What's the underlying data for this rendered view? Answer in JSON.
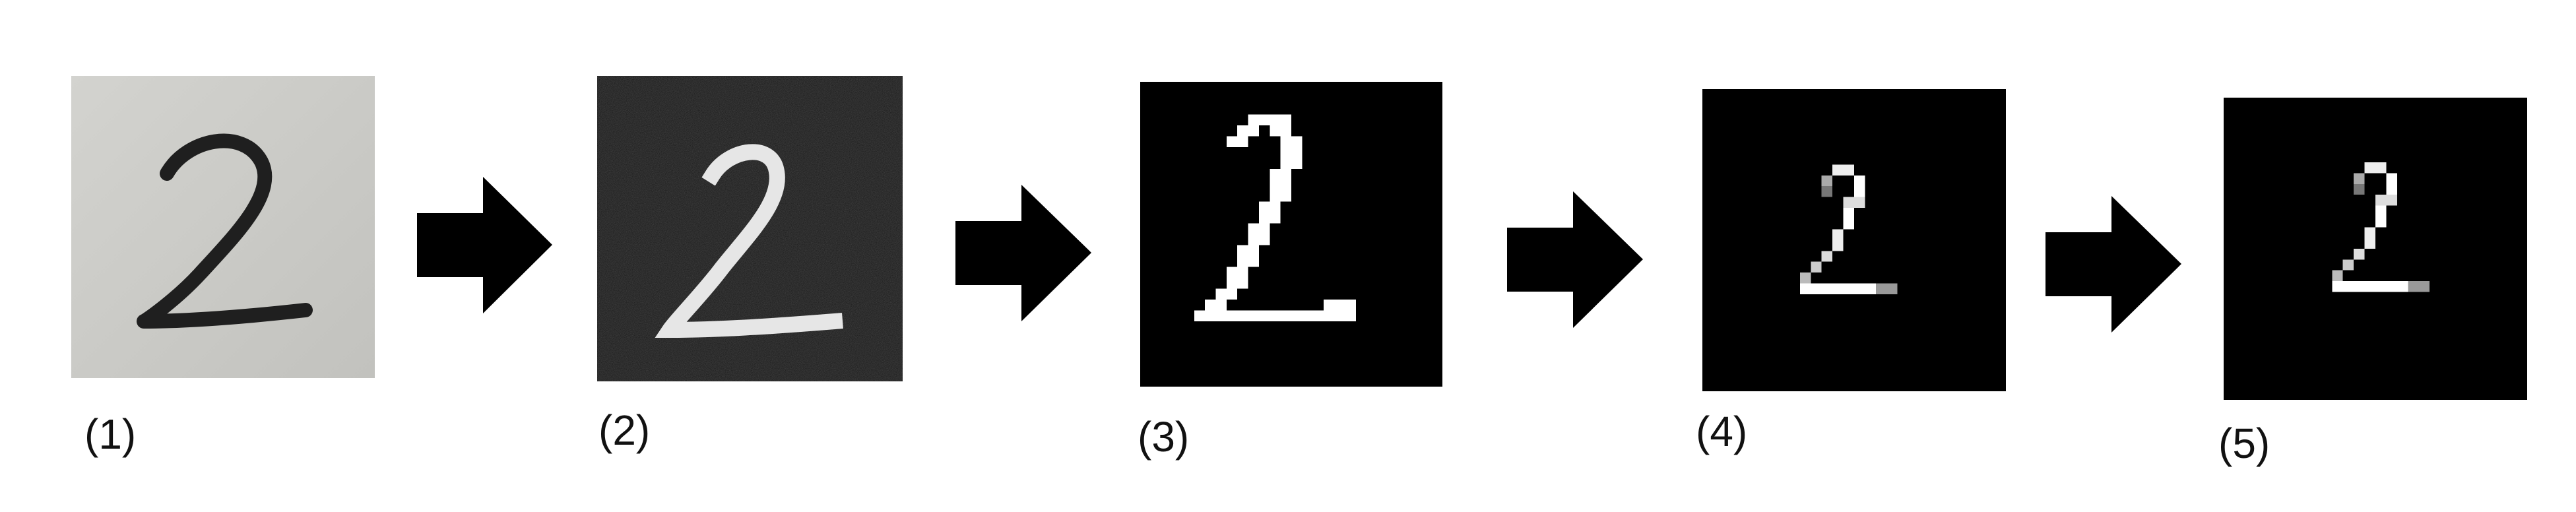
{
  "steps": [
    {
      "label": "(1)",
      "image": "photo-handwritten-digit-2"
    },
    {
      "label": "(2)",
      "image": "inverted-grayscale-digit-2"
    },
    {
      "label": "(3)",
      "image": "binarized-digit-2"
    },
    {
      "label": "(4)",
      "image": "downscaled-digit-2"
    },
    {
      "label": "(5)",
      "image": "centered-digit-2"
    }
  ],
  "arrow_icon": "right-arrow-icon",
  "colors": {
    "paper": "#c9c9c5",
    "ink": "#222222",
    "panel_dark": "#000000",
    "digit_light": "#ffffff",
    "arrow": "#000000"
  }
}
